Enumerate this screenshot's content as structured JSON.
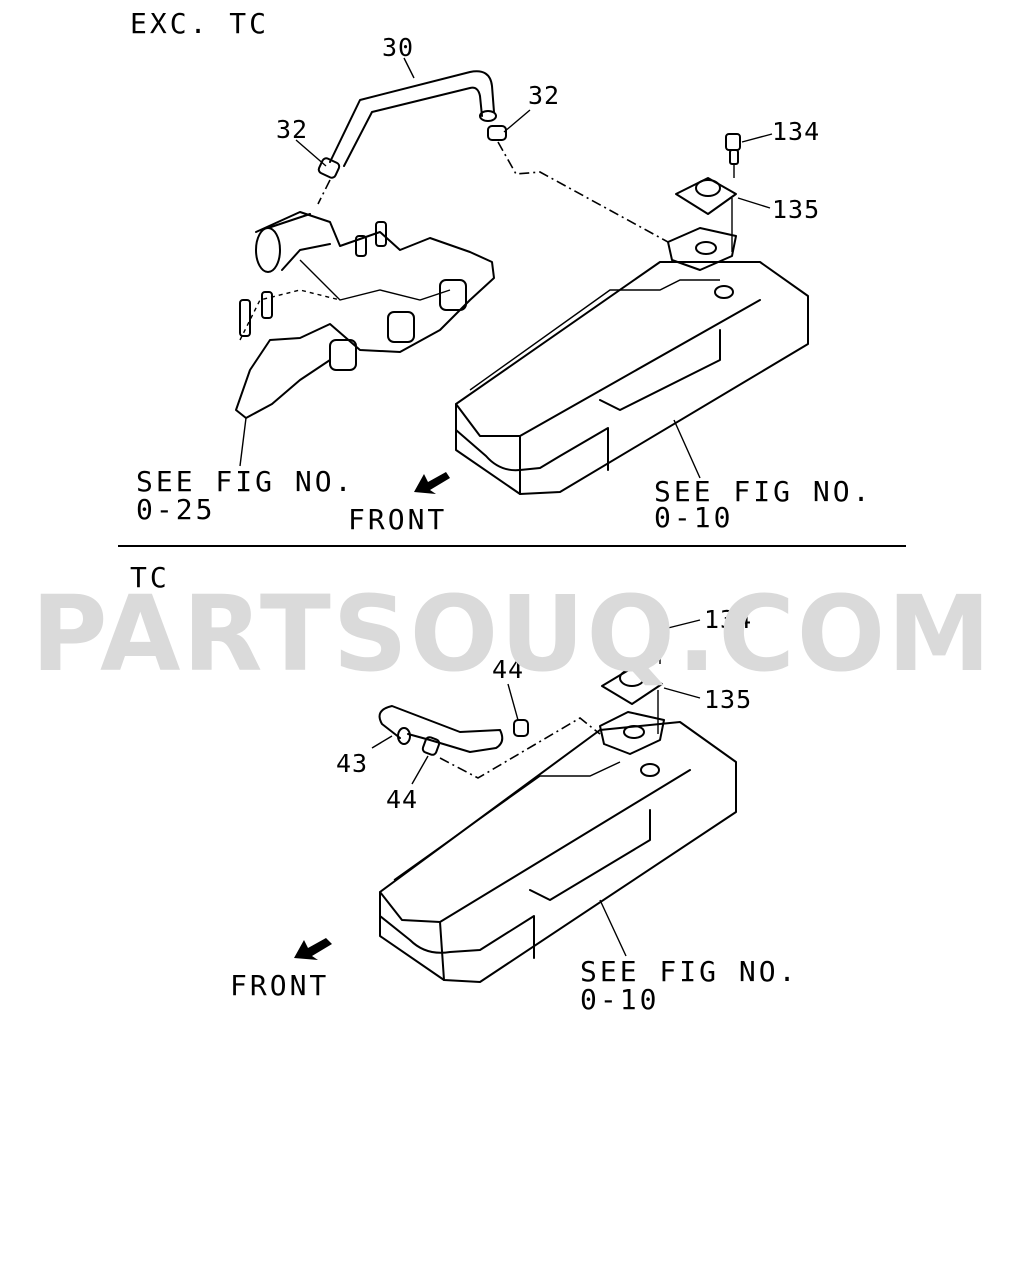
{
  "top_section": {
    "title": "EXC. TC",
    "callouts": {
      "hose": "30",
      "clip_left": "32",
      "clip_right": "32",
      "bolt": "134",
      "gasket": "135"
    },
    "ref_left_line1": "SEE FIG NO.",
    "ref_left_line2": "0-25",
    "ref_right_line1": "SEE FIG NO.",
    "ref_right_line2": "0-10",
    "front_label": "FRONT"
  },
  "bottom_section": {
    "title": "TC",
    "callouts": {
      "bolt": "134",
      "clip_top": "44",
      "gasket": "135",
      "hose": "43",
      "clip_bottom": "44"
    },
    "ref_line1": "SEE FIG NO.",
    "ref_line2": "0-10",
    "front_label": "FRONT"
  },
  "watermark": "PARTSOUQ.COM",
  "colors": {
    "line": "#000000",
    "watermark": "#dadada",
    "background": "#ffffff"
  }
}
